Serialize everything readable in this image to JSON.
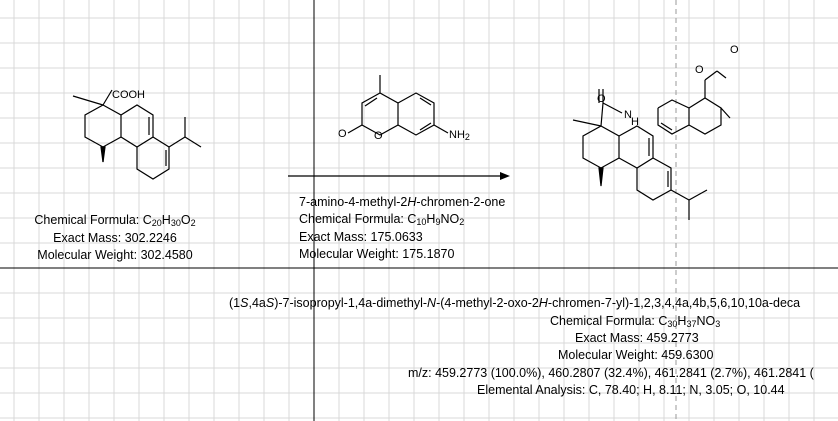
{
  "reactant1": {
    "label_cooh": "COOH",
    "formula": [
      "Chemical Formula: C",
      "20",
      "H",
      "30",
      "O",
      "2"
    ],
    "exact_mass": "Exact Mass: 302.2246",
    "mol_weight": "Molecular Weight: 302.4580"
  },
  "reactant2": {
    "atom_o1": "O",
    "atom_o2": "O",
    "atom_nh": "NH",
    "atom_nh_sub": "2",
    "name": [
      "7-amino-4-methyl-2",
      "H",
      "-chromen-2-one"
    ],
    "formula": [
      "Chemical Formula: C",
      "10",
      "H",
      "9",
      "NO",
      "2"
    ],
    "exact_mass": "Exact Mass: 175.0633",
    "mol_weight": "Molecular Weight: 175.1870"
  },
  "product": {
    "atom_o_carbonyl": "O",
    "atom_nh": "H",
    "atom_n": "N",
    "atom_o_ring": "O",
    "atom_o_lactone": "O",
    "name": [
      "(1",
      "S",
      ",4a",
      "S",
      ")-7-isopropyl-1,4a-dimethyl-",
      "N",
      "-(4-methyl-2-oxo-2",
      "H",
      "-chromen-7-yl)-1,2,3,4,4a,4b,5,6,10,10a-deca"
    ],
    "formula": [
      "Chemical Formula: C",
      "30",
      "H",
      "37",
      "NO",
      "3"
    ],
    "exact_mass": "Exact Mass: 459.2773",
    "mol_weight": "Molecular Weight: 459.6300",
    "mz": "m/z: 459.2773 (100.0%), 460.2807 (32.4%), 461.2841 (2.7%), 461.2841 (",
    "elemental": "Elemental Analysis: C, 78.40; H, 8.11; N, 3.05; O, 10.44"
  },
  "colors": {
    "grid": "#d9d9d9",
    "axis": "#000000",
    "bond": "#000000",
    "guide": "#9a9a9a"
  }
}
